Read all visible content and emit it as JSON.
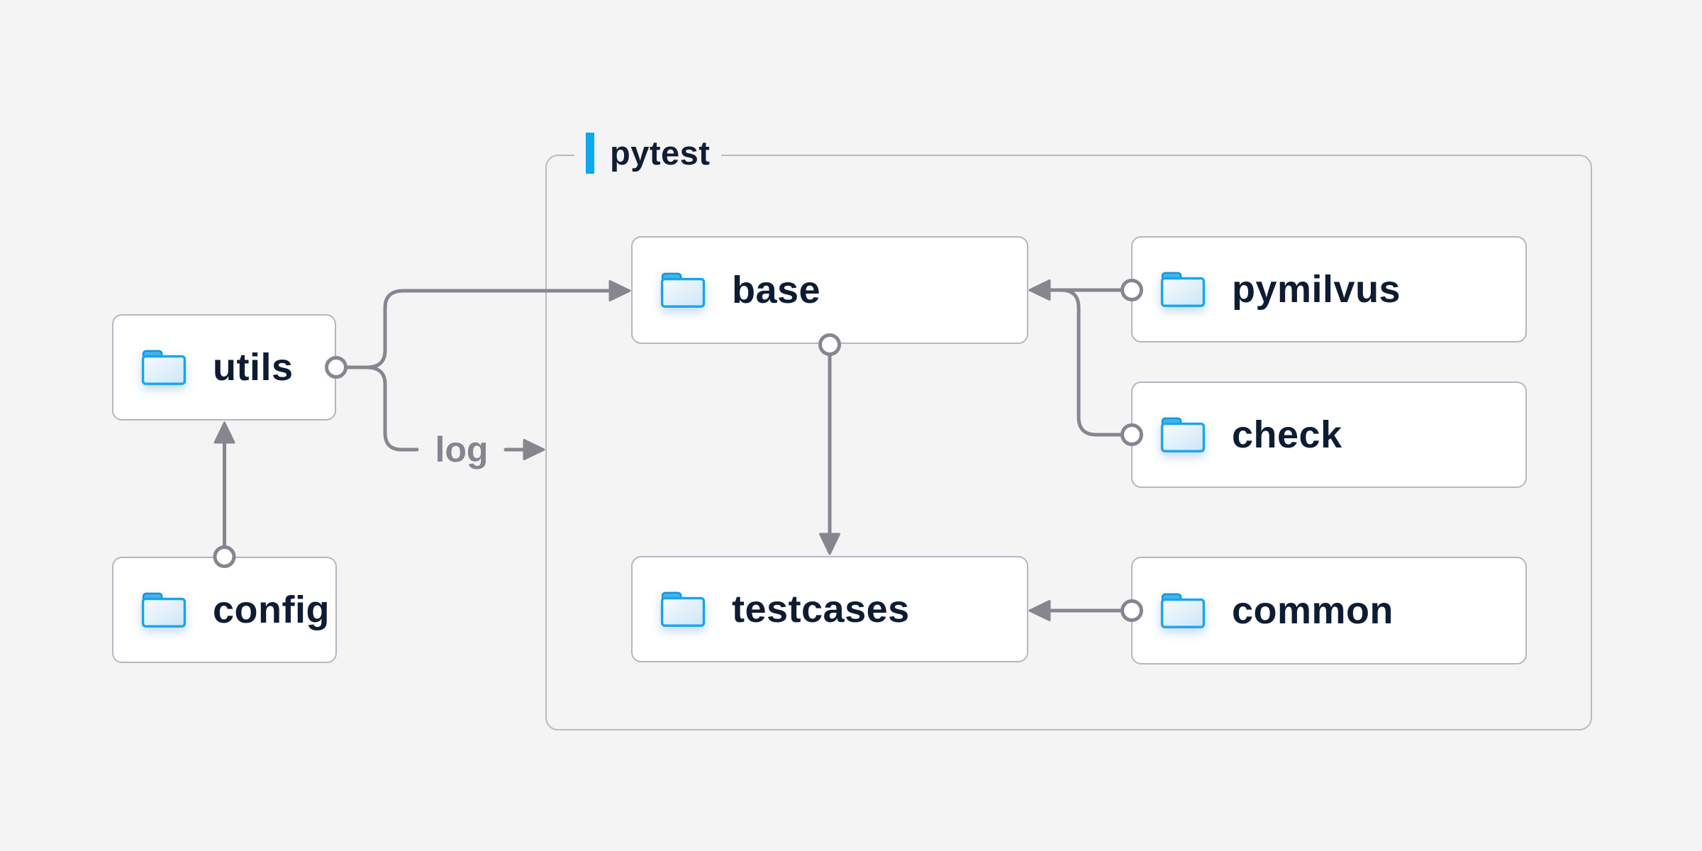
{
  "page": {
    "background_color": "#f4f4f5"
  },
  "diagram": {
    "container": {
      "label": "pytest",
      "accent_color": "#0ba9f1",
      "border_color": "#b9b9c4"
    },
    "edge_label": "log",
    "colors": {
      "wire": "#86868f",
      "box_border": "#b6b6c1",
      "box_background": "#ffffff",
      "label_text": "#0e1c33",
      "muted_text": "#85858f",
      "folder_blue": "#18a5ec"
    },
    "nodes": [
      {
        "id": "utils",
        "label": "utils",
        "icon": "folder-icon",
        "group": null
      },
      {
        "id": "config",
        "label": "config",
        "icon": "folder-icon",
        "group": null
      },
      {
        "id": "base",
        "label": "base",
        "icon": "folder-icon",
        "group": "pytest"
      },
      {
        "id": "pymilvus",
        "label": "pymilvus",
        "icon": "folder-icon",
        "group": "pytest"
      },
      {
        "id": "check",
        "label": "check",
        "icon": "folder-icon",
        "group": "pytest"
      },
      {
        "id": "testcases",
        "label": "testcases",
        "icon": "folder-icon",
        "group": "pytest"
      },
      {
        "id": "common",
        "label": "common",
        "icon": "folder-icon",
        "group": "pytest"
      }
    ],
    "edges": [
      {
        "from": "config",
        "to": "utils"
      },
      {
        "from": "utils",
        "to": "base"
      },
      {
        "from": "utils",
        "to": "pytest",
        "label": "log"
      },
      {
        "from": "pymilvus",
        "to": "base"
      },
      {
        "from": "check",
        "to": "base"
      },
      {
        "from": "base",
        "to": "testcases"
      },
      {
        "from": "common",
        "to": "testcases"
      }
    ]
  }
}
